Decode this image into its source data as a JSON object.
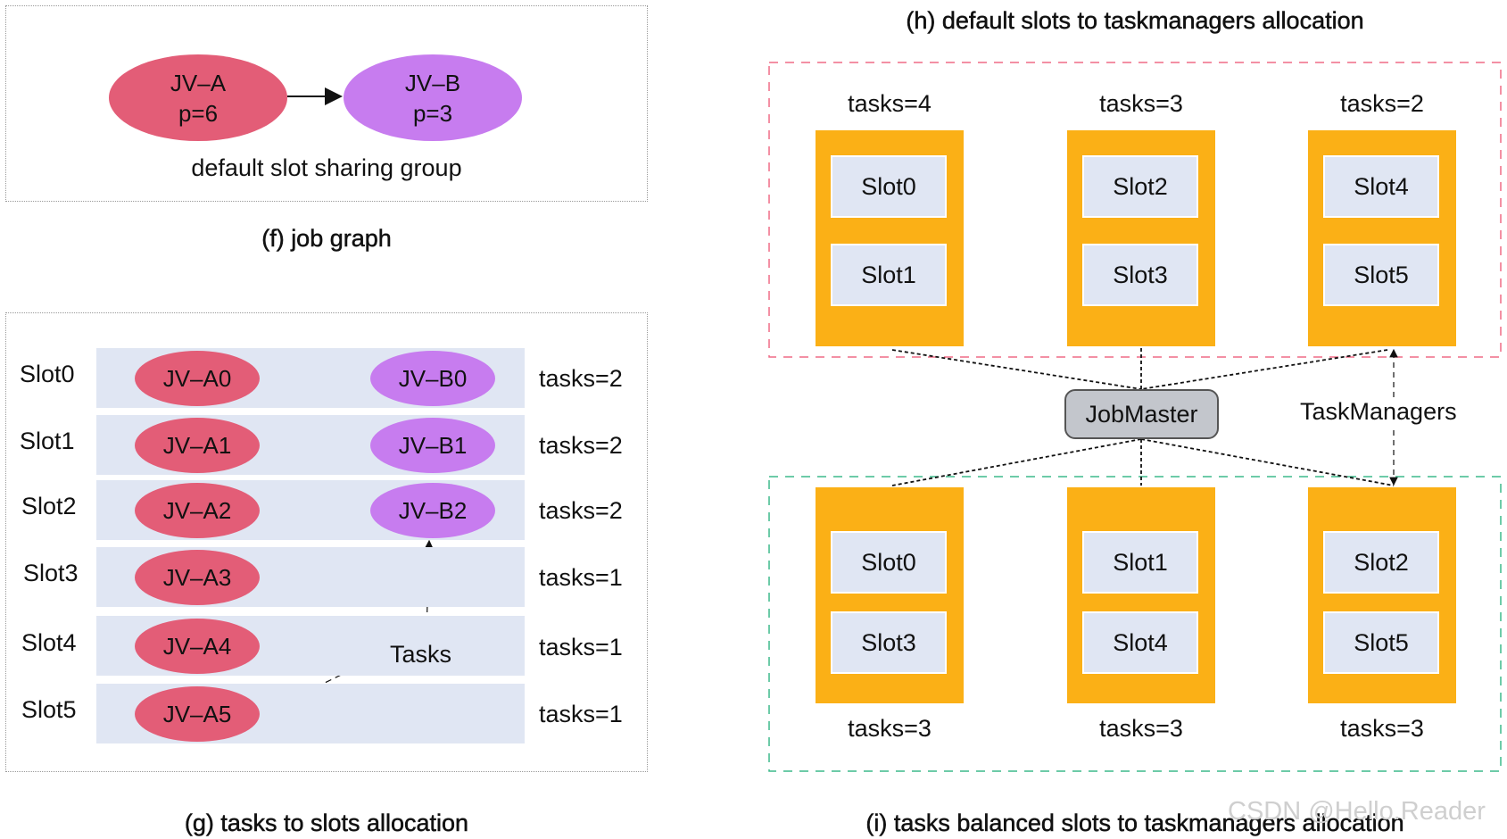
{
  "panel_f": {
    "node_a": {
      "name": "JV–A",
      "p": "p=6"
    },
    "node_b": {
      "name": "JV–B",
      "p": "p=3"
    },
    "group_label": "default slot sharing group",
    "caption": "(f) job graph"
  },
  "panel_g": {
    "rows": [
      {
        "slot": "Slot0",
        "a": "JV–A0",
        "b": "JV–B0",
        "tasks": "tasks=2"
      },
      {
        "slot": "Slot1",
        "a": "JV–A1",
        "b": "JV–B1",
        "tasks": "tasks=2"
      },
      {
        "slot": "Slot2",
        "a": "JV–A2",
        "b": "JV–B2",
        "tasks": "tasks=2"
      },
      {
        "slot": "Slot3",
        "a": "JV–A3",
        "b": "",
        "tasks": "tasks=1"
      },
      {
        "slot": "Slot4",
        "a": "JV–A4",
        "b": "",
        "tasks": "tasks=1"
      },
      {
        "slot": "Slot5",
        "a": "JV–A5",
        "b": "",
        "tasks": "tasks=1"
      }
    ],
    "tasks_annotation": "Tasks",
    "caption": "(g) tasks to slots allocation"
  },
  "panel_h": {
    "title": "(h) default slots to taskmanagers allocation",
    "taskmanagers": [
      {
        "tasks": "tasks=4",
        "slots": [
          "Slot0",
          "Slot1"
        ]
      },
      {
        "tasks": "tasks=3",
        "slots": [
          "Slot2",
          "Slot3"
        ]
      },
      {
        "tasks": "tasks=2",
        "slots": [
          "Slot4",
          "Slot5"
        ]
      }
    ]
  },
  "center": {
    "jobmaster": "JobMaster",
    "taskmanagers_label": "TaskManagers"
  },
  "panel_i": {
    "taskmanagers": [
      {
        "tasks": "tasks=3",
        "slots": [
          "Slot0",
          "Slot3"
        ]
      },
      {
        "tasks": "tasks=3",
        "slots": [
          "Slot1",
          "Slot4"
        ]
      },
      {
        "tasks": "tasks=3",
        "slots": [
          "Slot2",
          "Slot5"
        ]
      }
    ],
    "caption": "(i) tasks balanced slots to taskmanagers allocation"
  },
  "watermark": "CSDN @Hello.Reader",
  "colors": {
    "jv_a": "#e35d77",
    "jv_b": "#c77cef",
    "taskmanager": "#fbb016",
    "slot_bg": "#e0e6f3",
    "h_border": "#ef6b86",
    "i_border": "#3dba8b",
    "jobmaster": "#c3c6cc"
  }
}
